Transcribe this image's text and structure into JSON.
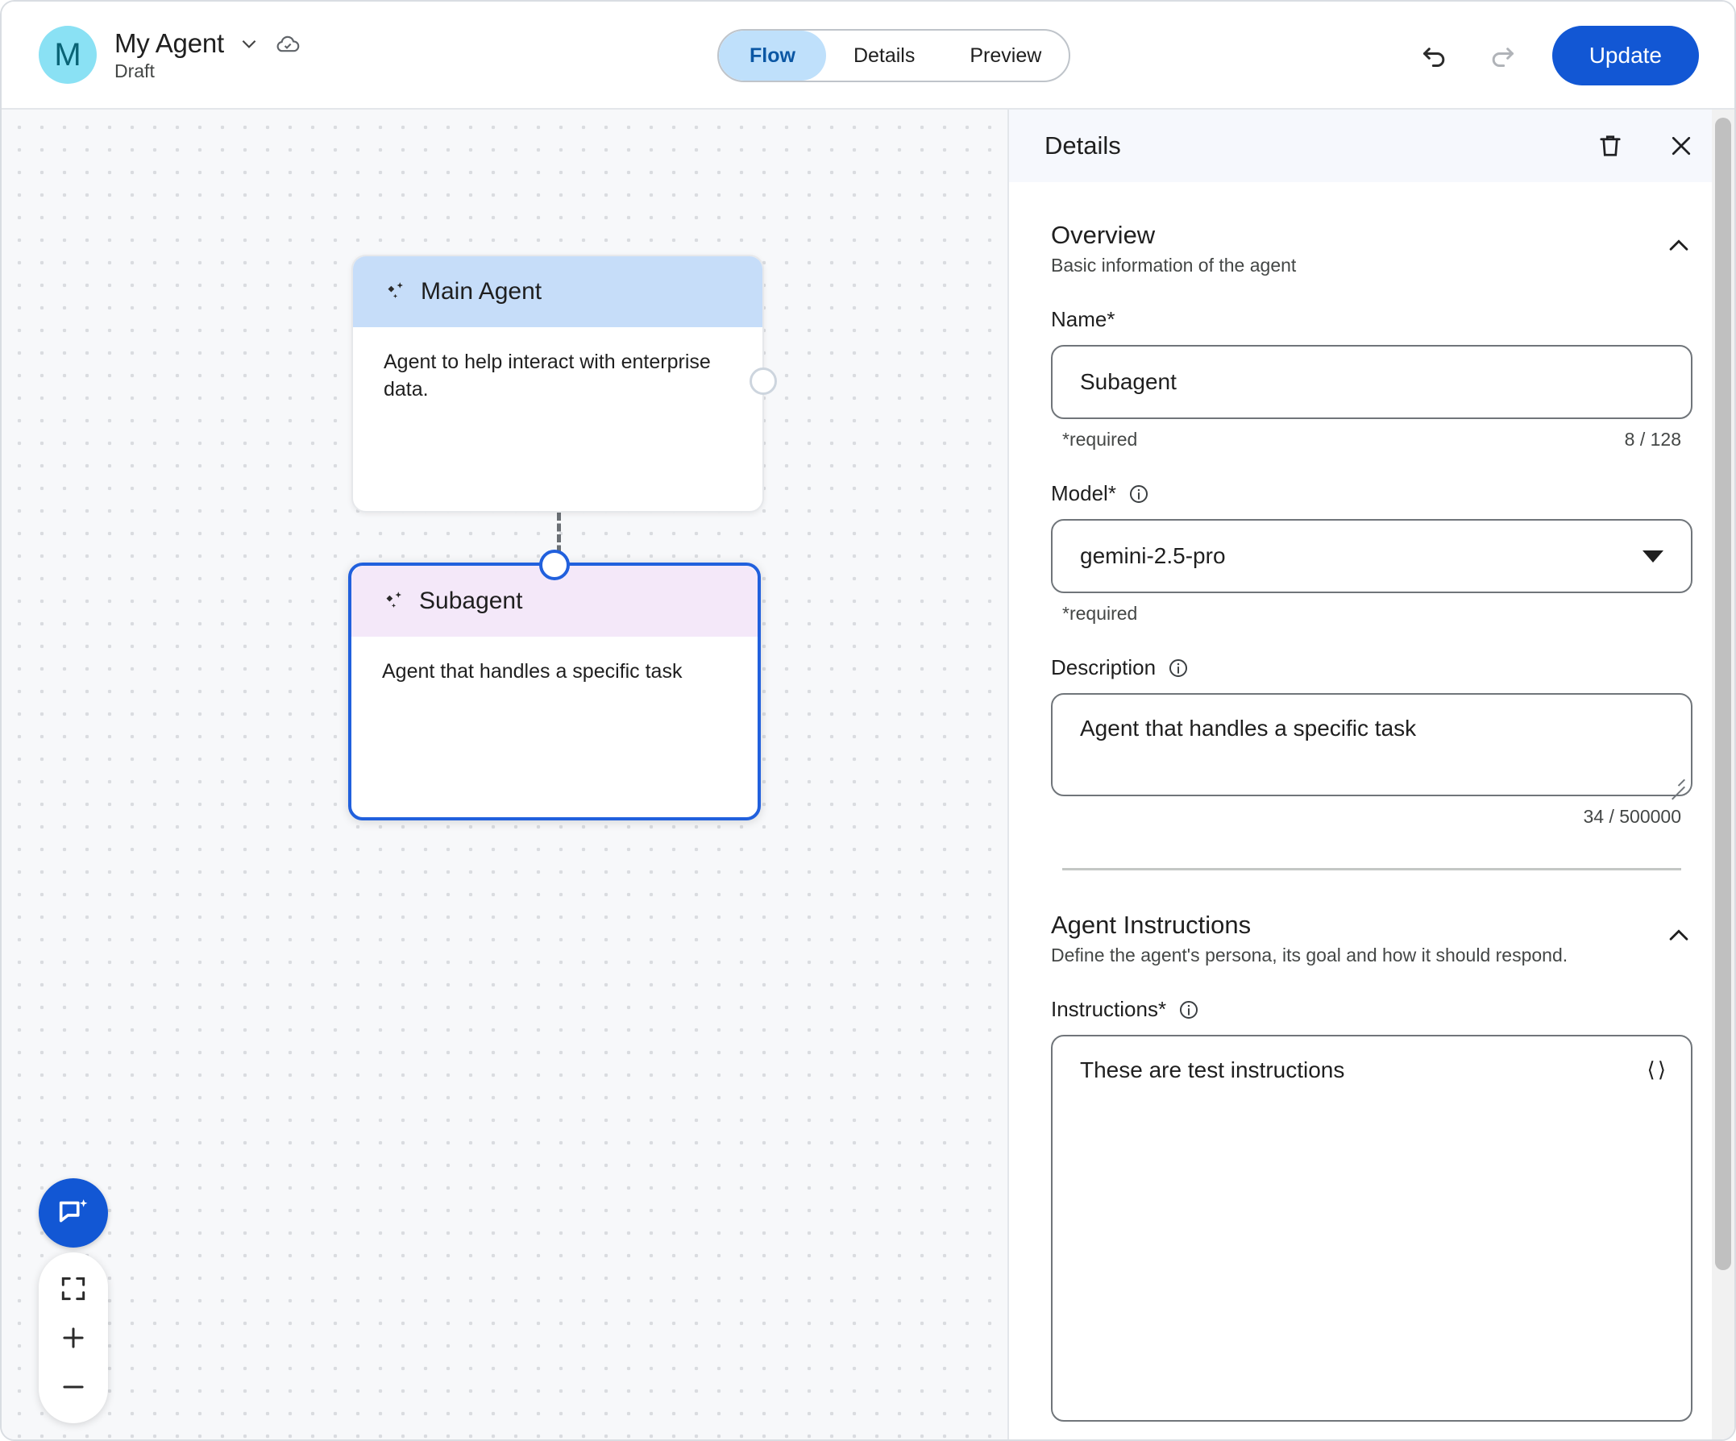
{
  "header": {
    "avatar_letter": "M",
    "agent_title": "My Agent",
    "status": "Draft",
    "icons": {
      "chevron": "chevron-down-icon",
      "cloud": "cloud-saved-icon"
    },
    "tabs": [
      {
        "label": "Flow",
        "active": true
      },
      {
        "label": "Details",
        "active": false
      },
      {
        "label": "Preview",
        "active": false
      }
    ],
    "undo_label": "Undo",
    "redo_label": "Redo",
    "update_label": "Update"
  },
  "canvas": {
    "nodes": [
      {
        "title": "Main Agent",
        "body": "Agent to help interact with enterprise data.",
        "selected": false
      },
      {
        "title": "Subagent",
        "body": "Agent that handles a specific task",
        "selected": true
      }
    ],
    "controls": {
      "assistant_label": "Ask assistant",
      "fit_label": "Fit to screen",
      "zoom_in_label": "Zoom in",
      "zoom_out_label": "Zoom out"
    }
  },
  "panel": {
    "title": "Details",
    "delete_label": "Delete",
    "close_label": "Close",
    "overview": {
      "title": "Overview",
      "subtitle": "Basic information of the agent",
      "name": {
        "label": "Name*",
        "value": "Subagent",
        "helper": "*required",
        "counter": "8 / 128"
      },
      "model": {
        "label": "Model*",
        "value": "gemini-2.5-pro",
        "helper": "*required"
      },
      "description": {
        "label": "Description",
        "value": "Agent that handles a specific task",
        "counter": "34 / 500000"
      }
    },
    "instructions_section": {
      "title": "Agent Instructions",
      "subtitle": "Define the agent's persona, its goal and how it should respond.",
      "instructions": {
        "label": "Instructions*",
        "value": "These are test instructions",
        "code_toggle": "code-brackets-icon"
      }
    }
  },
  "colors": {
    "accent_blue": "#1257d4",
    "tab_active_bg": "#bfe0fb",
    "tab_active_fg": "#0b57a4",
    "main_node_header": "#c6ddf9",
    "sub_node_header": "#f4e8f9",
    "selected_border": "#2160dd",
    "avatar_bg": "#8ae1f4",
    "avatar_fg": "#0a6375"
  }
}
